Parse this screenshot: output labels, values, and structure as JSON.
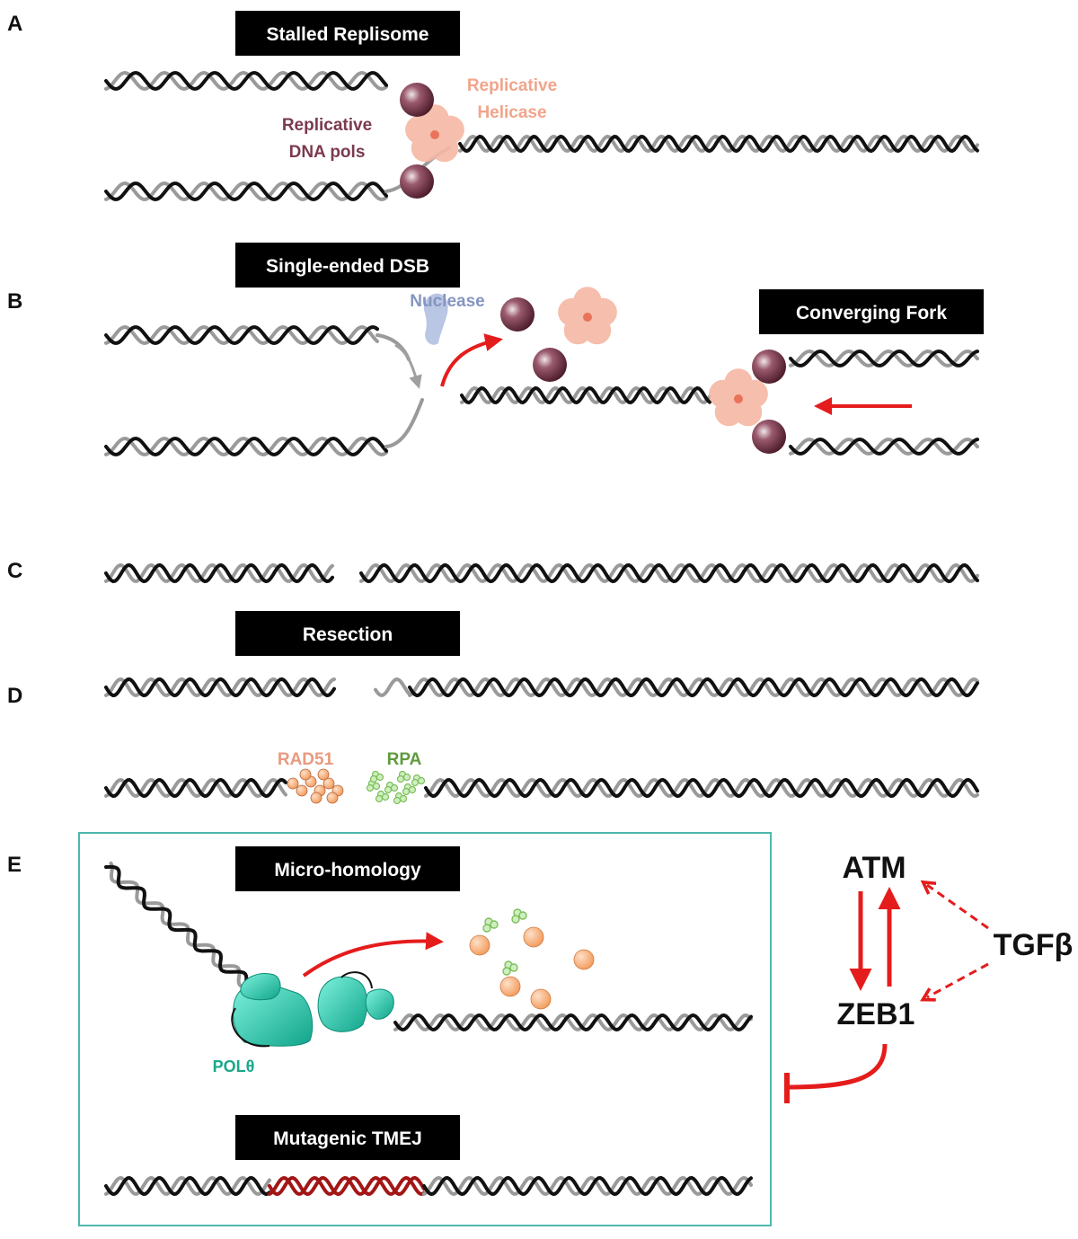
{
  "panels": {
    "a": {
      "letter": "A",
      "title": "Stalled Replisome",
      "pols_label_1": "Replicative",
      "pols_label_2": "DNA pols",
      "helicase_label_1": "Replicative",
      "helicase_label_2": "Helicase"
    },
    "b": {
      "letter": "B",
      "title": "Single-ended DSB",
      "nuclease_label": "Nuclease",
      "converging_title": "Converging Fork"
    },
    "c": {
      "letter": "C"
    },
    "d": {
      "letter": "D",
      "title": "Resection",
      "rad51_label": "RAD51",
      "rpa_label": "RPA"
    },
    "e": {
      "letter": "E",
      "title": "Micro-homology",
      "pol_label": "POLθ",
      "tmej_title": "Mutagenic TMEJ",
      "atm_label": "ATM",
      "zeb1_label": "ZEB1",
      "tgfb_label": "TGFβ"
    }
  },
  "colors": {
    "strand_dark": "#111111",
    "strand_light": "#9a9a9a",
    "polymerase": "#6b2a3c",
    "helicase": "#f6b8a4",
    "helicase_label": "#f2a48a",
    "pols_label": "#7b3a4e",
    "nuclease": "#b9c6e4",
    "nuclease_label": "#8595c0",
    "arrow_red": "#e51c1c",
    "rad51": "#f5b27f",
    "rad51_label": "#e89a7f",
    "rpa": "#7bbf5a",
    "rpa_label": "#5f9a3e",
    "polq": "#26c9ab",
    "polq_label": "#1aa88a",
    "box_border": "#4cb8ad",
    "tmej_red": "#a31616"
  }
}
